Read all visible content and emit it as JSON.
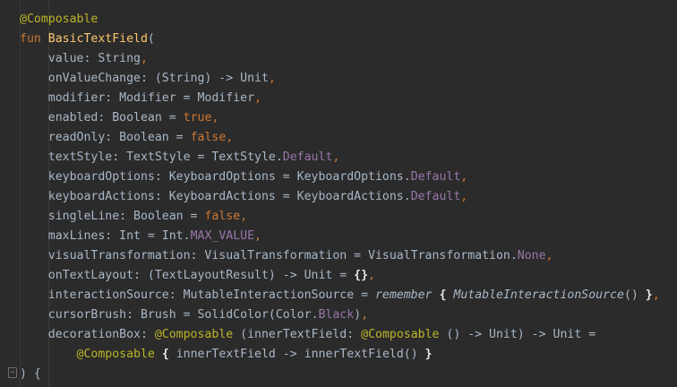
{
  "colors": {
    "background": "#2b2b2b",
    "default": "#a9b7c6",
    "annotation": "#bbb529",
    "keyword": "#cc7832",
    "function": "#ffc66d",
    "constant": "#9876aa"
  },
  "gutter": {
    "fold_icon": "fold-collapse-icon",
    "fold_glyph": "−"
  },
  "code": {
    "lines": [
      [
        {
          "t": "annotation",
          "v": "@Composable"
        }
      ],
      [
        {
          "t": "keyword",
          "v": "fun "
        },
        {
          "t": "function",
          "v": "BasicTextField"
        },
        {
          "t": "default",
          "v": "("
        }
      ],
      [
        {
          "t": "default",
          "v": "    value: String"
        },
        {
          "t": "keyword",
          "v": ","
        }
      ],
      [
        {
          "t": "default",
          "v": "    onValueChange: (String) -> Unit"
        },
        {
          "t": "keyword",
          "v": ","
        }
      ],
      [
        {
          "t": "default",
          "v": "    modifier: Modifier = Modifier"
        },
        {
          "t": "keyword",
          "v": ","
        }
      ],
      [
        {
          "t": "default",
          "v": "    enabled: Boolean = "
        },
        {
          "t": "keyword",
          "v": "true,"
        }
      ],
      [
        {
          "t": "default",
          "v": "    readOnly: Boolean = "
        },
        {
          "t": "keyword",
          "v": "false,"
        }
      ],
      [
        {
          "t": "default",
          "v": "    textStyle: TextStyle = TextStyle."
        },
        {
          "t": "constant",
          "v": "Default"
        },
        {
          "t": "keyword",
          "v": ","
        }
      ],
      [
        {
          "t": "default",
          "v": "    keyboardOptions: KeyboardOptions = KeyboardOptions."
        },
        {
          "t": "constant",
          "v": "Default"
        },
        {
          "t": "keyword",
          "v": ","
        }
      ],
      [
        {
          "t": "default",
          "v": "    keyboardActions: KeyboardActions = KeyboardActions."
        },
        {
          "t": "constant",
          "v": "Default"
        },
        {
          "t": "keyword",
          "v": ","
        }
      ],
      [
        {
          "t": "default",
          "v": "    singleLine: Boolean = "
        },
        {
          "t": "keyword",
          "v": "false,"
        }
      ],
      [
        {
          "t": "default",
          "v": "    maxLines: Int = Int."
        },
        {
          "t": "constant",
          "v": "MAX_VALUE"
        },
        {
          "t": "keyword",
          "v": ","
        }
      ],
      [
        {
          "t": "default",
          "v": "    visualTransformation: VisualTransformation = VisualTransformation."
        },
        {
          "t": "constant",
          "v": "None"
        },
        {
          "t": "keyword",
          "v": ","
        }
      ],
      [
        {
          "t": "default",
          "v": "    onTextLayout: (TextLayoutResult) -> Unit = "
        },
        {
          "t": "bracebold",
          "v": "{}"
        },
        {
          "t": "keyword",
          "v": ","
        }
      ],
      [
        {
          "t": "default",
          "v": "    interactionSource: MutableInteractionSource = "
        },
        {
          "t": "italic",
          "v": "remember"
        },
        {
          "t": "default",
          "v": " "
        },
        {
          "t": "bracebold",
          "v": "{"
        },
        {
          "t": "default",
          "v": " "
        },
        {
          "t": "italic",
          "v": "MutableInteractionSource"
        },
        {
          "t": "default",
          "v": "() "
        },
        {
          "t": "bracebold",
          "v": "}"
        },
        {
          "t": "keyword",
          "v": ","
        }
      ],
      [
        {
          "t": "default",
          "v": "    cursorBrush: Brush = SolidColor(Color."
        },
        {
          "t": "constant",
          "v": "Black"
        },
        {
          "t": "default",
          "v": ")"
        },
        {
          "t": "keyword",
          "v": ","
        }
      ],
      [
        {
          "t": "default",
          "v": "    decorationBox: "
        },
        {
          "t": "annotation",
          "v": "@Composable"
        },
        {
          "t": "default",
          "v": " (innerTextField: "
        },
        {
          "t": "annotation",
          "v": "@Composable"
        },
        {
          "t": "default",
          "v": " () -> Unit) -> Unit ="
        }
      ],
      [
        {
          "t": "default",
          "v": "        "
        },
        {
          "t": "annotation",
          "v": "@Composable"
        },
        {
          "t": "default",
          "v": " "
        },
        {
          "t": "bracebold",
          "v": "{"
        },
        {
          "t": "default",
          "v": " innerTextField -> innerTextField() "
        },
        {
          "t": "bracebold",
          "v": "}"
        }
      ],
      [
        {
          "t": "default",
          "v": ") {"
        }
      ]
    ]
  }
}
